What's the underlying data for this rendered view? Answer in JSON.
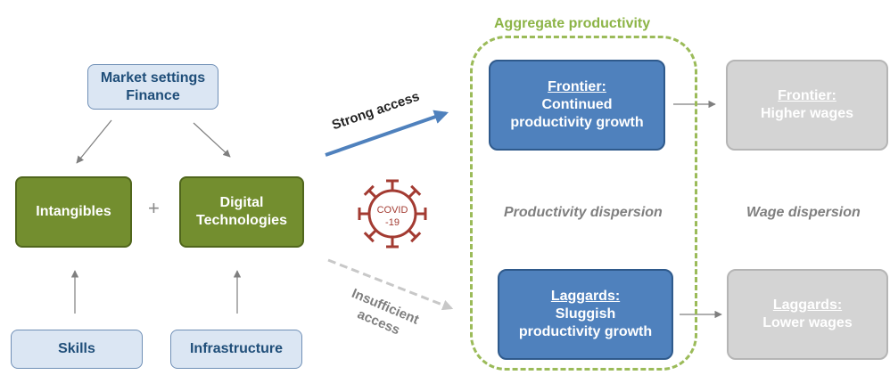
{
  "market_box": {
    "line1": "Market settings",
    "line2": "Finance"
  },
  "intangibles_box": {
    "label": "Intangibles"
  },
  "plus_sign": "+",
  "digital_box": {
    "line1": "Digital",
    "line2": "Technologies"
  },
  "skills_box": {
    "label": "Skills"
  },
  "infrastructure_box": {
    "label": "Infrastructure"
  },
  "strong_access": "Strong access",
  "insufficient_access": {
    "line1": "Insufficient",
    "line2": "access"
  },
  "covid": {
    "line1": "COVID",
    "line2": "-19"
  },
  "aggregate_title": "Aggregate productivity",
  "frontier_box": {
    "heading": "Frontier:",
    "line1": "Continued",
    "line2": "productivity growth"
  },
  "productivity_dispersion": "Productivity dispersion",
  "laggards_box": {
    "heading": "Laggards:",
    "line1": "Sluggish",
    "line2": "productivity growth"
  },
  "frontier_wage_box": {
    "heading": "Frontier:",
    "line1": "Higher wages"
  },
  "wage_dispersion": "Wage dispersion",
  "laggards_wage_box": {
    "heading": "Laggards:",
    "line1": "Lower wages"
  },
  "colors": {
    "green": "#738e2f",
    "blue": "#4f81bd",
    "light_blue": "#dbe6f3",
    "grey": "#d4d4d4",
    "dashed_frame": "#9bbb59",
    "covid": "#a33b32"
  }
}
